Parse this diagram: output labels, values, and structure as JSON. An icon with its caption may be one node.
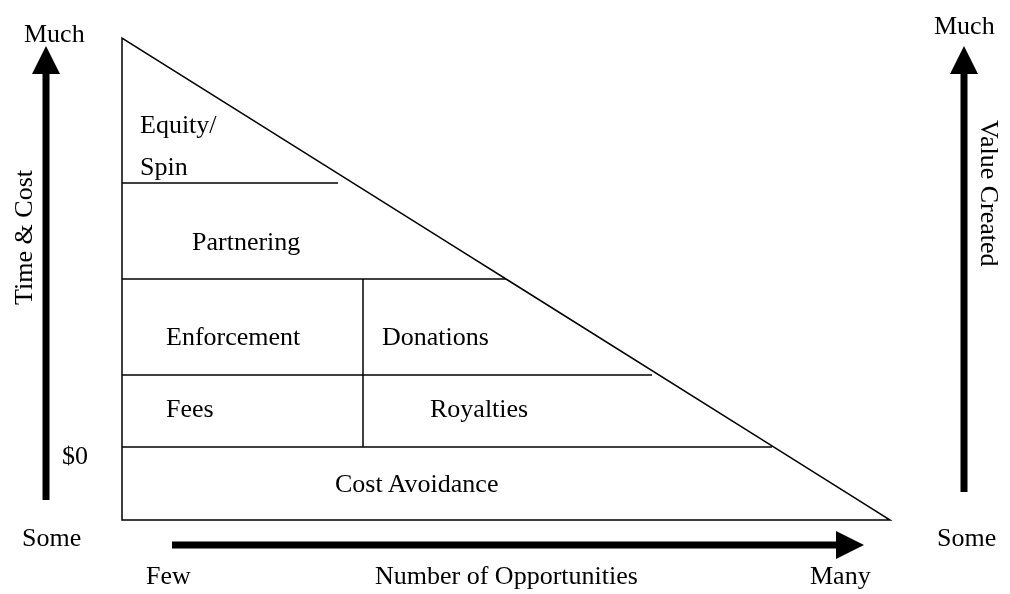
{
  "diagram": {
    "nodes": [
      {
        "text": [
          "Equity/ Spin"
        ]
      },
      {
        "text": [
          "Partnering"
        ]
      },
      {
        "text": [
          "Enforcement"
        ]
      },
      {
        "text": [
          "Donations"
        ]
      },
      {
        "text": [
          "Fees"
        ]
      },
      {
        "text": [
          "Royalties"
        ]
      },
      {
        "text": [
          "Cost Avoidance"
        ]
      }
    ],
    "edges": [],
    "labels": [
      "Much",
      "Much",
      "Time & Cost",
      "Value Created",
      "$0",
      "Some",
      "Some",
      "Few",
      "Number of Opportunities",
      "Many"
    ]
  }
}
